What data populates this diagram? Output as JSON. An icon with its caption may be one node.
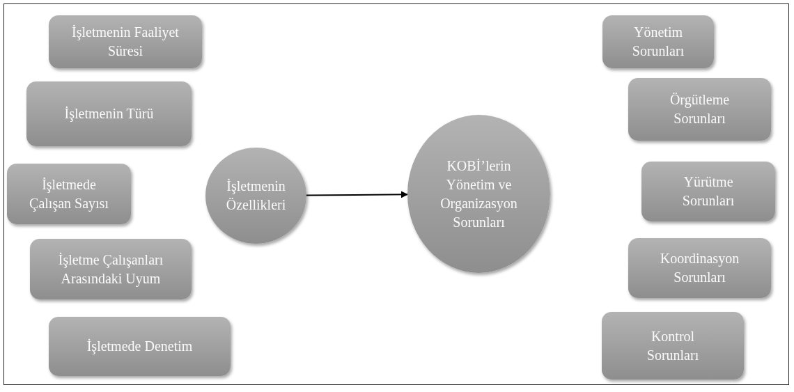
{
  "diagram": {
    "nodes": [
      {
        "text": [
          "İşletmenin Faaliyet Süresi"
        ]
      },
      {
        "text": [
          "İşletmenin Türü"
        ]
      },
      {
        "text": [
          "İşletmede Çalışan Sayısı"
        ]
      },
      {
        "text": [
          "İşletme Çalışanları Arasındaki Uyum"
        ]
      },
      {
        "text": [
          "İşletmede Denetim"
        ]
      },
      {
        "text": [
          "İşletmenin Özellikleri"
        ]
      },
      {
        "text": [
          "KOBİ’lerin Yönetim ve Organizasyon Sorunları"
        ]
      },
      {
        "text": [
          "Yönetim Sorunları"
        ]
      },
      {
        "text": [
          "Örgütleme Sorunları"
        ]
      },
      {
        "text": [
          "Yürütme Sorunları"
        ]
      },
      {
        "text": [
          "Koordinasyon Sorunları"
        ]
      },
      {
        "text": [
          "Kontrol Sorunları"
        ]
      }
    ],
    "edges": [
      {
        "from": 5,
        "to": 6,
        "arrow": "to"
      }
    ]
  }
}
